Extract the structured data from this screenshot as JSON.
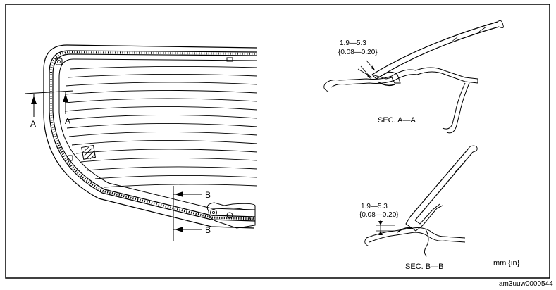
{
  "labels": {
    "section_a_letter_1": "A",
    "section_a_letter_2": "A",
    "section_b_letter_1": "B",
    "section_b_letter_2": "B",
    "section_a_title": "SEC. A—A",
    "section_b_title": "SEC. B—B",
    "unit_note": "mm {in}",
    "figure_code": "am3uuw0000544"
  },
  "dimensions": {
    "sec_a_mm": "1.9—5.3",
    "sec_a_in": "{0.08—0.20}",
    "sec_b_mm": "1.9—5.3",
    "sec_b_in": "{0.08—0.20}"
  }
}
